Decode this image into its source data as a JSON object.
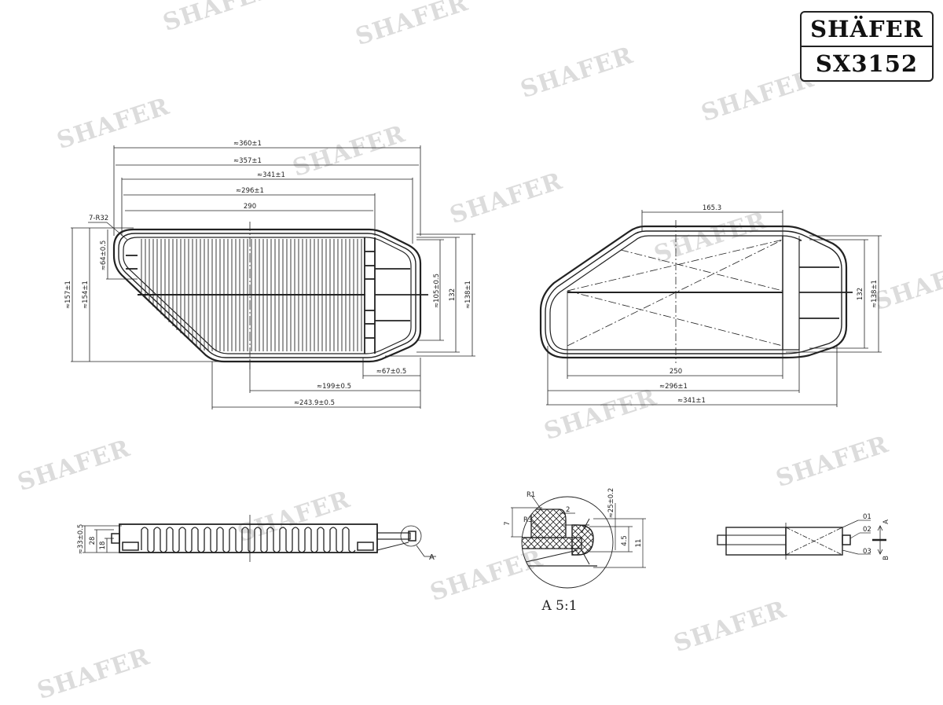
{
  "brand": {
    "name": "SHÄFER",
    "part_number": "SX3152"
  },
  "watermark": "SHAFER",
  "top_view": {
    "overall_lengths": [
      "≈360±1",
      "≈357±1",
      "≈341±1",
      "≈296±1",
      "290"
    ],
    "corner_radius": "7-R32",
    "left_heights": [
      "≈157±1",
      "≈154±1",
      "≈64±0.5"
    ],
    "right_heights": [
      "≈105±0.5",
      "132",
      "≈138±1"
    ],
    "bottom_lengths": [
      "≈67±0.5",
      "≈199±0.5",
      "≈243.9±0.5"
    ]
  },
  "bottom_view": {
    "top_length": "165.3",
    "bottom_lengths": [
      "250",
      "≈296±1",
      "≈341±1"
    ],
    "right_heights": [
      "132",
      "≈138±1"
    ]
  },
  "side_view": {
    "heights": [
      "≈33±0.5",
      "28",
      "18"
    ],
    "detail_marker": "A"
  },
  "detail_view": {
    "title": "A 5:1",
    "labels": {
      "r1": "R1",
      "r3": "R3",
      "h7": "7",
      "w2": "2",
      "d25": "≈25±0.2",
      "h45": "4.5",
      "h11": "11"
    }
  },
  "end_view": {
    "callouts": [
      "01",
      "02",
      "03"
    ],
    "direction_top": "A",
    "direction_bottom": "B"
  }
}
